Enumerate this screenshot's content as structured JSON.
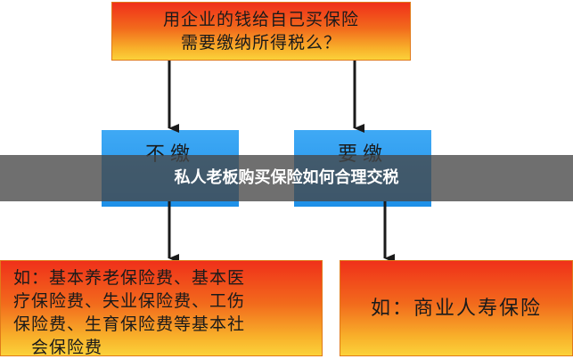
{
  "diagram": {
    "top_box": {
      "line1": "用企业的钱给自己买保险",
      "line2": "需要缴纳所得税么？"
    },
    "left_label": "不缴",
    "right_label": "要缴",
    "bottom_left": {
      "line1": "如：基本养老保险费、基本医",
      "line2": "疗保险费、失业保险费、工伤",
      "line3": "保险费、生育保险费等基本社",
      "line4": "会保险费"
    },
    "bottom_right": "如：商业人寿保险"
  },
  "banner": {
    "title": "私人老板购买保险如何合理交税"
  },
  "colors": {
    "box_red": "#f0301a",
    "box_yellow": "#fbd23a",
    "box_blue": "#1e90e8",
    "banner_bg": "#464646",
    "arrow": "#1a1a1a"
  }
}
